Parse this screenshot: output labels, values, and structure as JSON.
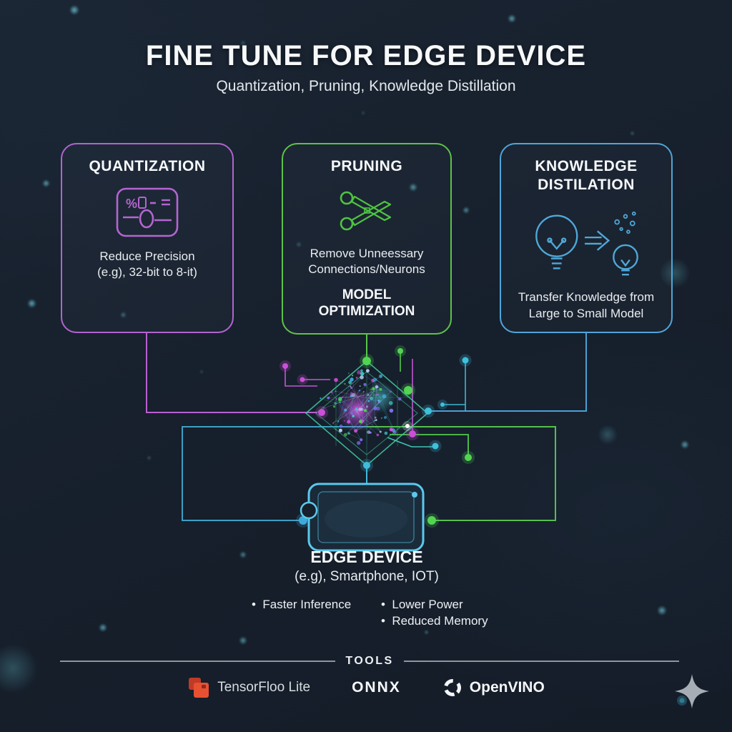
{
  "header": {
    "title": "FINE TUNE FOR EDGE DEVICE",
    "subtitle": "Quantization, Pruning, Knowledge Distillation"
  },
  "boxes": [
    {
      "title": "QUANTIZATION",
      "icon": "quantization-slider-icon",
      "accent": "#b164cf",
      "desc": [
        "Reduce Precision",
        "(e.g), 32-bit to 8-it)"
      ]
    },
    {
      "title": "PRUNING",
      "icon": "scissors-icon",
      "accent": "#5ec24a",
      "desc": [
        "Remove Unneessary",
        "Connections/Neurons"
      ],
      "footer": "MODEL OPTIMIZATION"
    },
    {
      "title": "KNOWLEDGE DISTILATION",
      "icon": "lightbulb-transfer-icon",
      "accent": "#4fa6d8",
      "desc": [
        "Transfer Knowledge from",
        "Large to Small Model"
      ]
    }
  ],
  "edge_device": {
    "label": "EDGE DEVICE",
    "sublabel": "(e.g), Smartphone, IOT)"
  },
  "benefits": {
    "col1": [
      "Faster Inference"
    ],
    "col2": [
      "Lower Power",
      "Reduced Memory"
    ]
  },
  "tools": {
    "label": "TOOLS",
    "items": [
      "TensorFloo Lite",
      "ONNX",
      "OpenVINO"
    ]
  },
  "colors": {
    "quantization_accent": "#b164cf",
    "pruning_accent": "#5ec24a",
    "knowledge_accent": "#4fa6d8",
    "device_outline": "#5bc8ec",
    "magenta_node": "#cc4fd8",
    "green_node": "#52d452",
    "cyan_node": "#3fc0dc",
    "tensorflow_orange": "#e85032",
    "background": "#161f2b"
  }
}
